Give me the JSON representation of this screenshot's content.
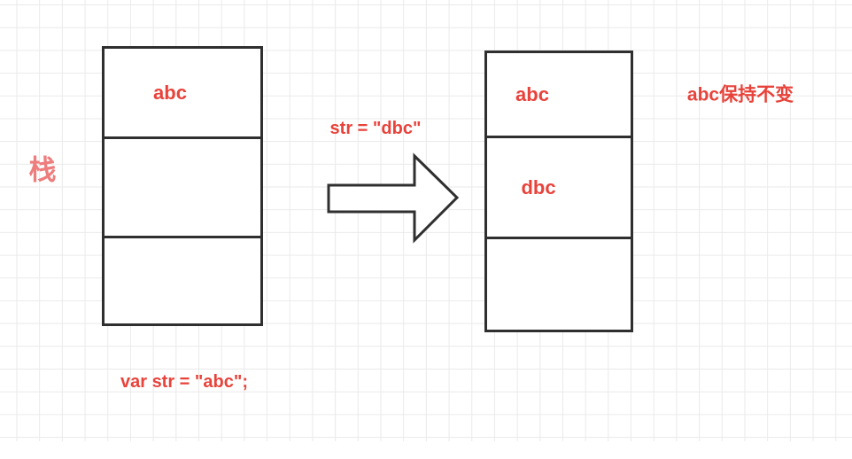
{
  "colors": {
    "accent_red": "#e8433b",
    "soft_red": "#ee7d7d",
    "stroke": "#2f2f2f",
    "grid_line": "#eaeaea",
    "background": "#ffffff"
  },
  "labels": {
    "stack_label": "栈",
    "arrow_caption": "str = \"dbc\"",
    "unchanged_note": "abc保持不变",
    "code_caption": "var str = \"abc\";"
  },
  "left_stack": {
    "cells": [
      "abc",
      "",
      ""
    ]
  },
  "right_stack": {
    "cells": [
      "abc",
      "dbc",
      ""
    ]
  },
  "icons": {
    "arrow": "right-block-arrow"
  }
}
